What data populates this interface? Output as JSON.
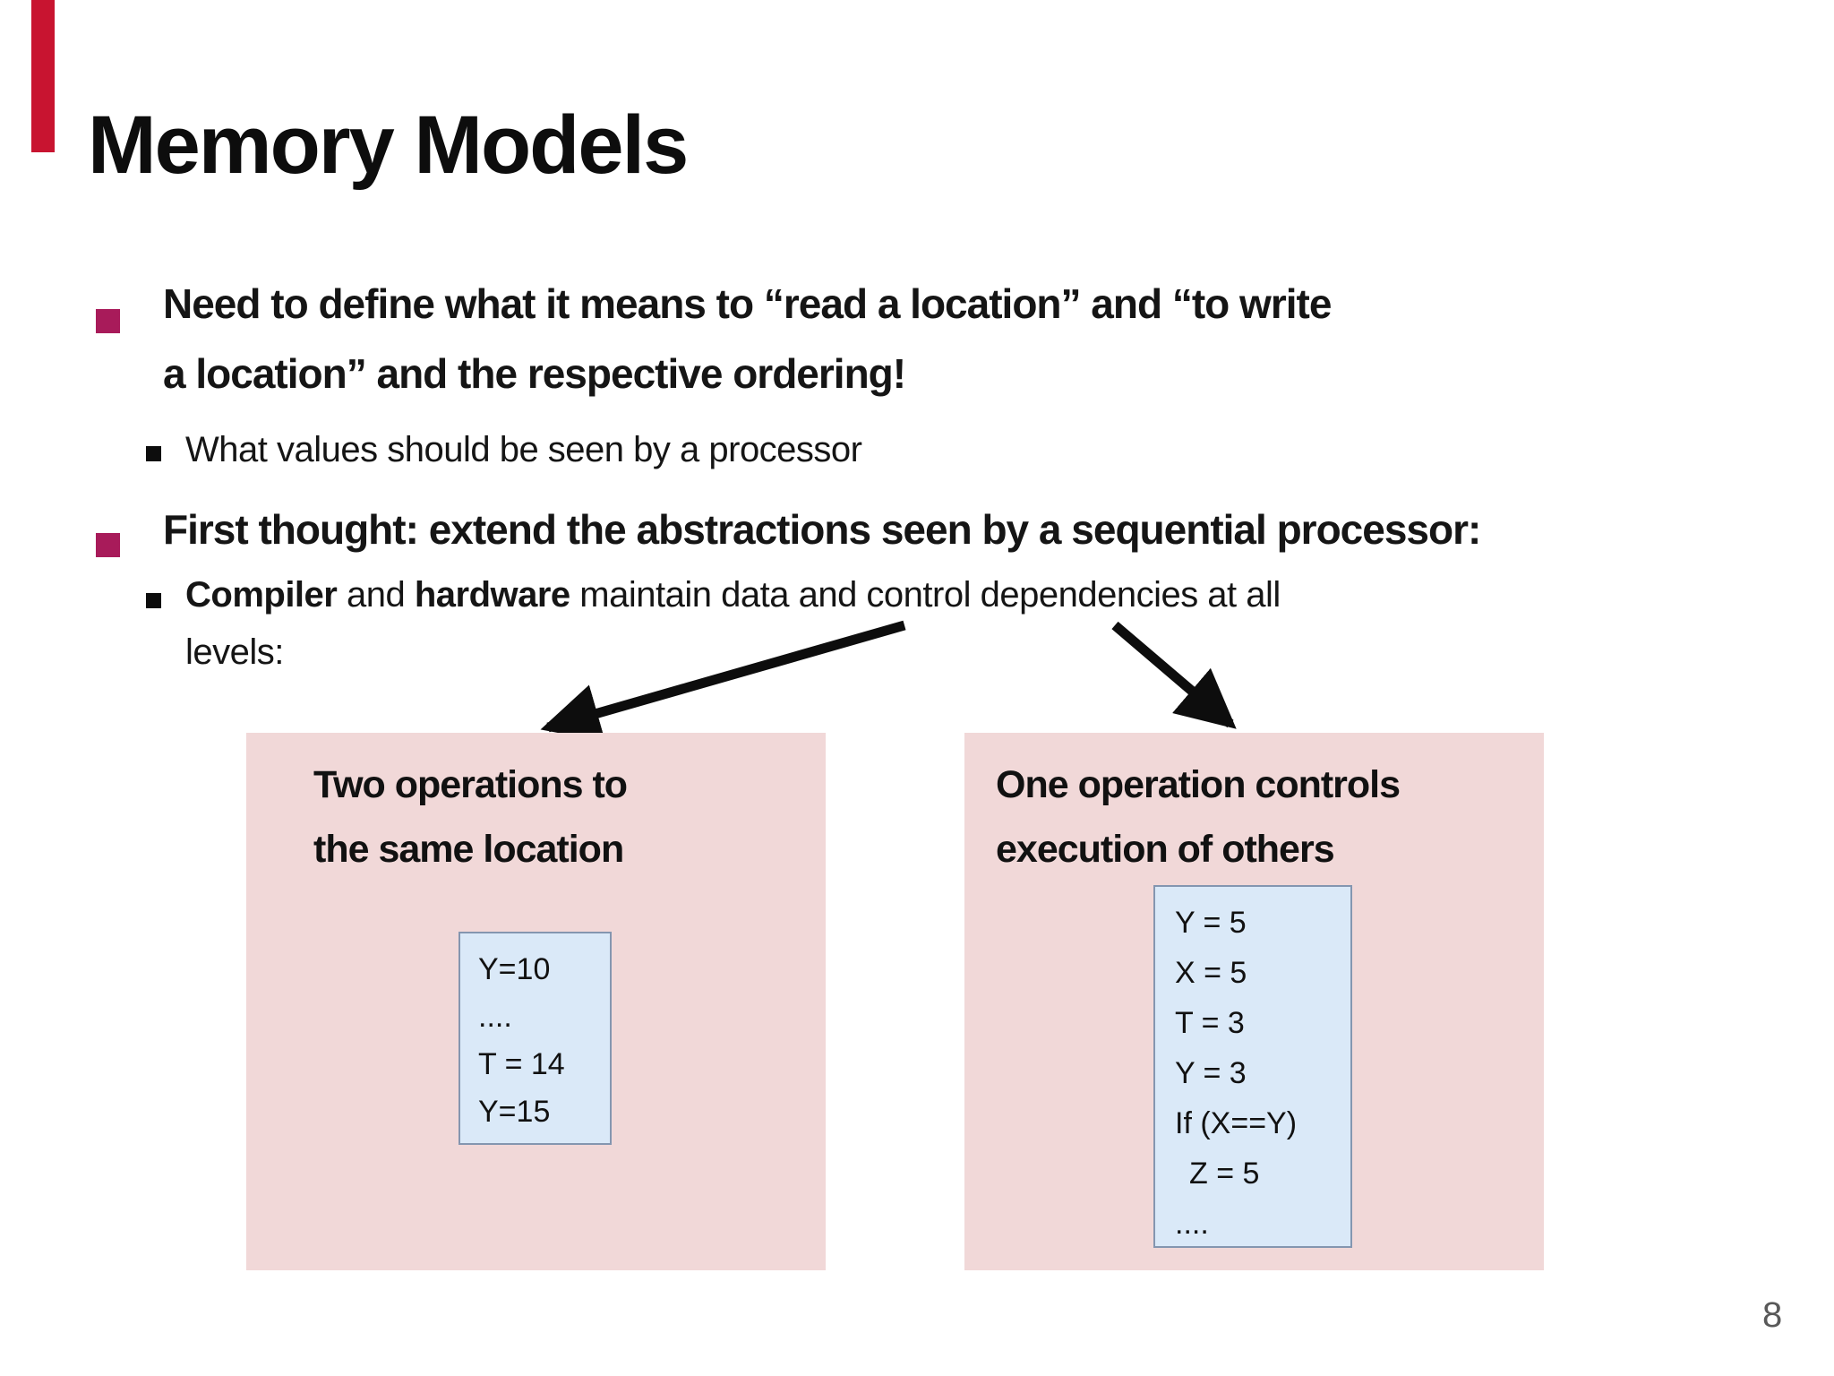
{
  "slide": {
    "title": "Memory Models",
    "page_number": "8",
    "bullet1": {
      "text": "Need to define what it means to “read a location” and “to write a location” and the respective ordering!",
      "sub": "What values should be seen by a processor"
    },
    "bullet2": {
      "text": "First thought: extend the abstractions seen by a sequential processor:",
      "sub_parts": [
        "Compiler",
        " and ",
        "hardware",
        " maintain data and control dependencies at all"
      ],
      "sub_line2": "levels:"
    },
    "left_box": {
      "header_line1": "Two operations to",
      "header_line2": "the same location",
      "code": [
        "Y=10",
        "....",
        "T = 14",
        "Y=15"
      ]
    },
    "right_box": {
      "header_line1": "One operation controls",
      "header_line2": "execution of others",
      "code": [
        "Y = 5",
        "X = 5",
        "T = 3",
        "Y = 3",
        "If (X==Y)",
        "Z = 5",
        "...."
      ]
    }
  },
  "colors": {
    "accent_bar": "#C81430",
    "bullet_square": "#A81B5A",
    "panel_pink": "#F1D8D8",
    "code_blue": "#DAE9F8",
    "code_border": "#8496B0",
    "arrow": "#0d0d0d",
    "page_gray": "#595959"
  }
}
